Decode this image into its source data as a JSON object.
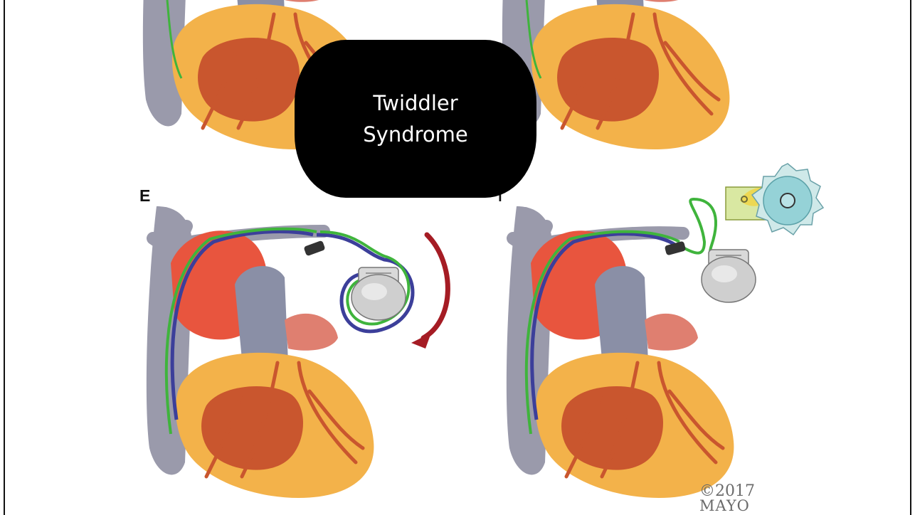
{
  "callout": {
    "line1": "Twiddler",
    "line2": "Syndrome"
  },
  "panels": {
    "left_label": "E",
    "right_label": "F"
  },
  "copyright": {
    "year": "©2017",
    "org": "MAYO"
  },
  "colors": {
    "heart_red": "#e8553e",
    "myocardium": "#f3b24a",
    "vessel_gray": "#8a8fa6",
    "lead_green": "#3fb43c",
    "lead_blue": "#3c3f9a",
    "rotation_arrow": "#a51c24",
    "callout_bg": "#000000"
  },
  "icons": [
    "pacemaker-generator-icon",
    "rotation-arrow-icon",
    "saw-blade-icon"
  ]
}
